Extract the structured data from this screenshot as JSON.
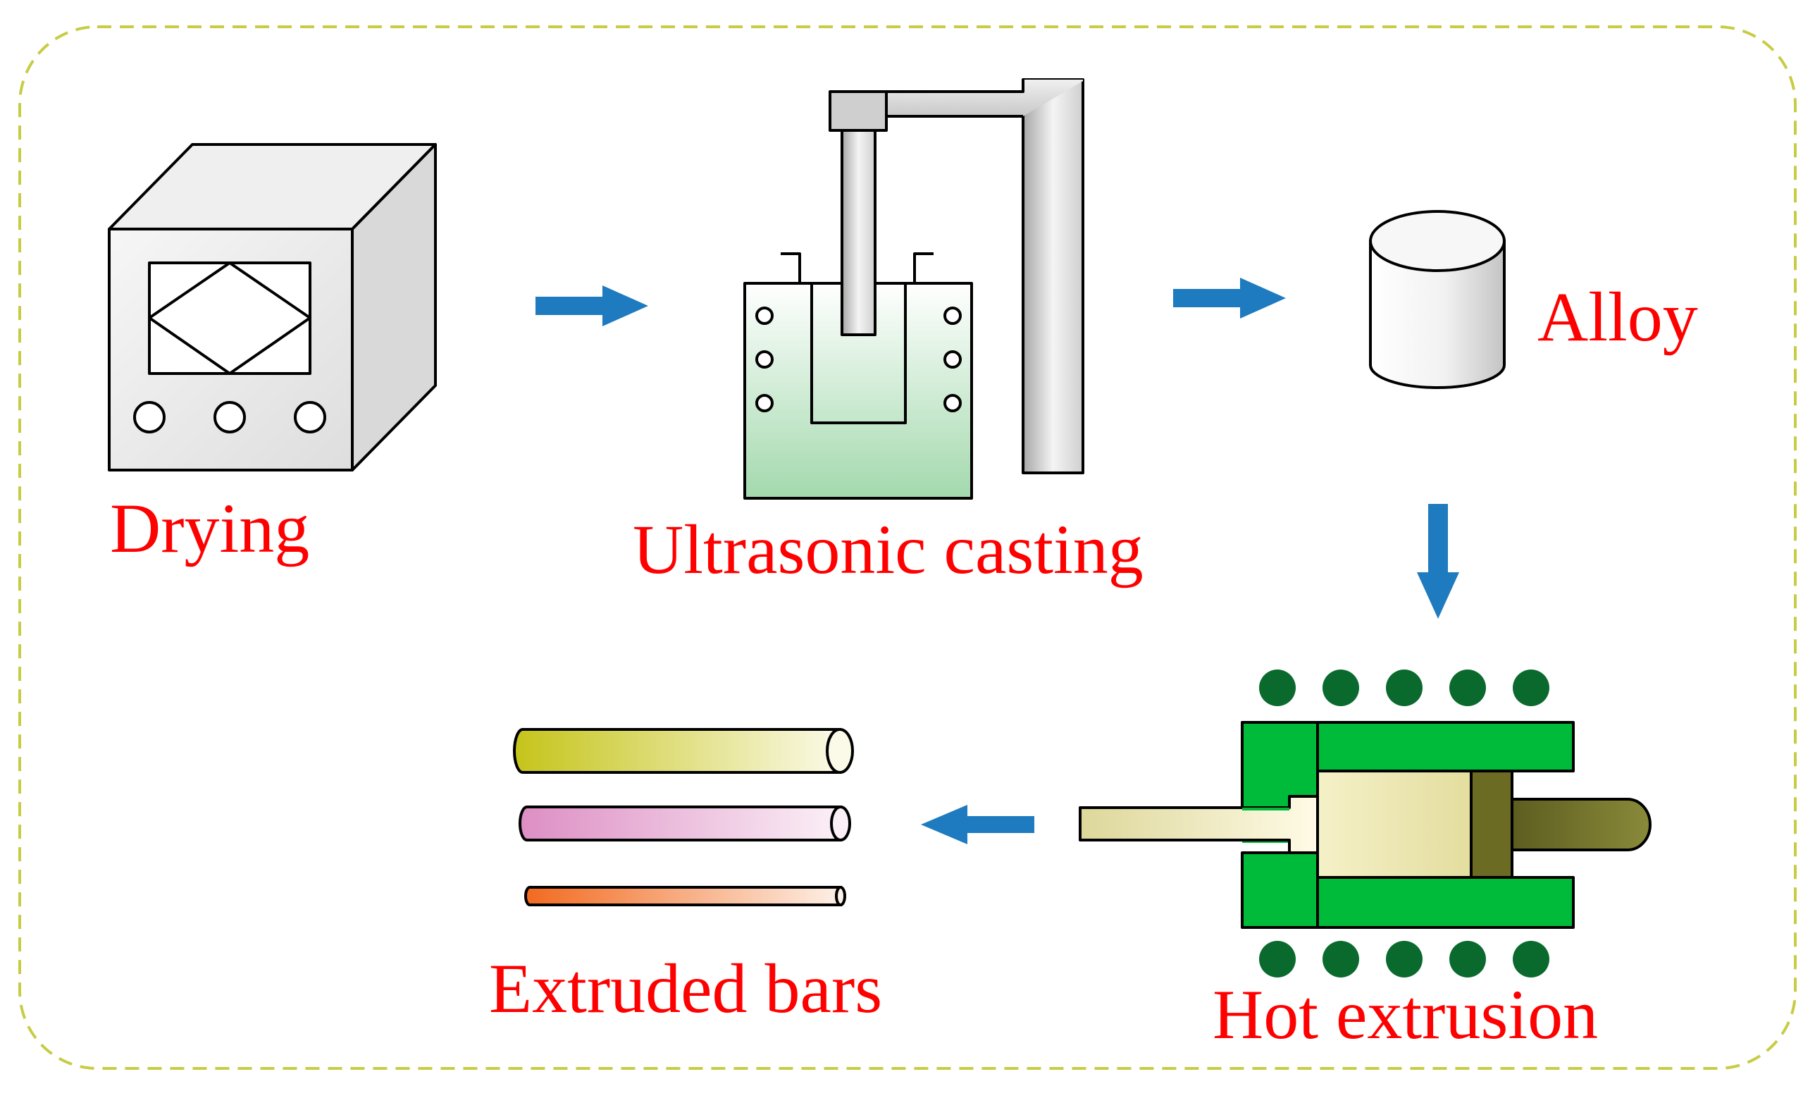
{
  "labels": {
    "drying": "Drying",
    "ultrasonic_casting": "Ultrasonic casting",
    "alloy": "Alloy",
    "hot_extrusion": "Hot extrusion",
    "extruded_bars": "Extruded bars"
  },
  "colors": {
    "label": "#ff0000",
    "arrow": "#1f7bbf",
    "frame_border": "#c8cc44",
    "die_green": "#00bb3a",
    "coil_dot": "#0a6a2e",
    "melt_green": "#a8dcb2",
    "billet": "#f3efc4",
    "ram": "#6b6b24",
    "bar_yellow": "#c8c81e",
    "bar_pink": "#df92c6",
    "bar_orange": "#f36a22"
  }
}
